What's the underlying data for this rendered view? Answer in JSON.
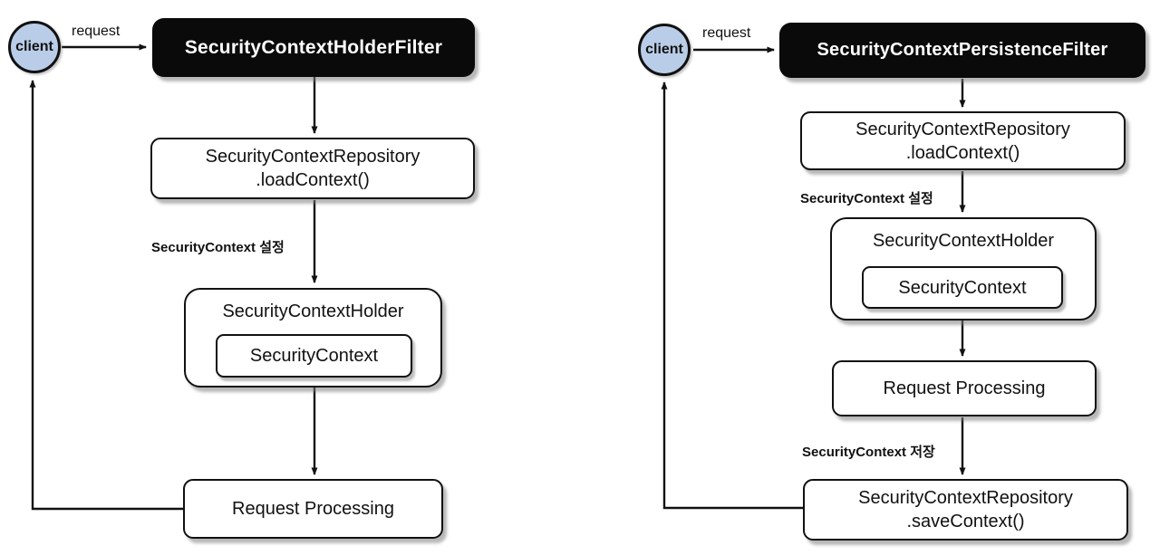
{
  "colors": {
    "background": "#ffffff",
    "client_fill": "#b9cde8",
    "filter_fill": "#0a0a0a",
    "filter_text": "#ffffff",
    "box_border": "#111111",
    "line": "#111111"
  },
  "left": {
    "client_label": "client",
    "request_label": "request",
    "filter_label": "SecurityContextHolderFilter",
    "load_box": {
      "line1": "SecurityContextRepository",
      "line2": ".loadContext()"
    },
    "set_context_label": "SecurityContext 설정",
    "holder_label": "SecurityContextHolder",
    "context_label": "SecurityContext",
    "processing_label": "Request Processing"
  },
  "right": {
    "client_label": "client",
    "request_label": "request",
    "filter_label": "SecurityContextPersistenceFilter",
    "load_box": {
      "line1": "SecurityContextRepository",
      "line2": ".loadContext()"
    },
    "set_context_label": "SecurityContext 설정",
    "holder_label": "SecurityContextHolder",
    "context_label": "SecurityContext",
    "processing_label": "Request Processing",
    "save_context_label": "SecurityContext 저장",
    "save_box": {
      "line1": "SecurityContextRepository",
      "line2": ".saveContext()"
    }
  }
}
